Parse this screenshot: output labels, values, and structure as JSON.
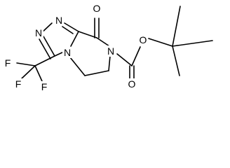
{
  "structure": {
    "atoms": {
      "n1": "N",
      "n2": "N",
      "n4": "N",
      "n7": "N",
      "o_keto": "O",
      "o_ester_carbonyl": "O",
      "o_ester": "O",
      "f1": "F",
      "f2": "F",
      "f3": "F"
    }
  },
  "colors": {
    "bond": "#000000",
    "text": "#000000",
    "background": "#ffffff"
  }
}
